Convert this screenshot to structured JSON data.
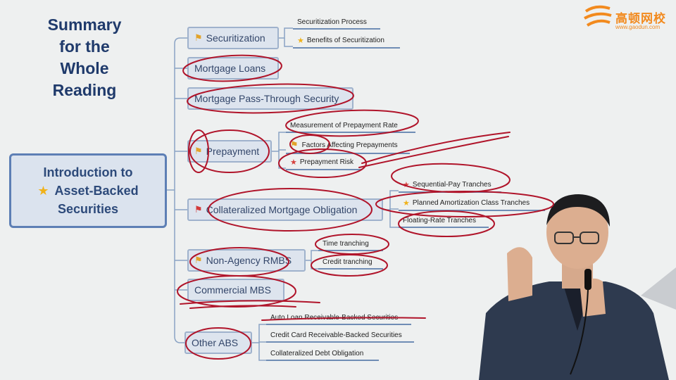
{
  "title": {
    "lines": [
      "Summary",
      "for the",
      "Whole",
      "Reading"
    ]
  },
  "logo": {
    "name": "高顿网校",
    "url": "www.gaodun.com"
  },
  "root": {
    "lines": [
      "Introduction to",
      "Asset-Backed",
      "Securities"
    ]
  },
  "branches": [
    {
      "id": "securitization",
      "label": "Securitization",
      "icon": "flag-icon",
      "children": [
        {
          "label": "Securitization Process",
          "icon": null
        },
        {
          "label": "Benefits of Securitization",
          "icon": "star-icon"
        }
      ]
    },
    {
      "id": "mortgage-loans",
      "label": "Mortgage Loans",
      "icon": null,
      "children": []
    },
    {
      "id": "mortgage-pass-through",
      "label": "Mortgage Pass-Through Security",
      "icon": null,
      "children": []
    },
    {
      "id": "prepayment",
      "label": "Prepayment",
      "icon": "flag-icon",
      "children": [
        {
          "label": "Measurement of Prepayment Rate",
          "icon": null
        },
        {
          "label": "Factors Affecting Prepayments",
          "icon": "flag-icon"
        },
        {
          "label": "Prepayment Risk",
          "icon": "star-icon"
        }
      ]
    },
    {
      "id": "cmo",
      "label": "Collateralized Mortgage Obligation",
      "icon": "flag-icon",
      "children": [
        {
          "label": "Sequential-Pay Tranches",
          "icon": "star-icon"
        },
        {
          "label": "Planned Amortization Class Tranches",
          "icon": "star-icon"
        },
        {
          "label": "Floating-Rate Tranches",
          "icon": null
        }
      ]
    },
    {
      "id": "non-agency-rmbs",
      "label": "Non-Agency RMBS",
      "icon": "flag-icon",
      "children": [
        {
          "label": "Time tranching",
          "icon": null
        },
        {
          "label": "Credit tranching",
          "icon": null
        }
      ]
    },
    {
      "id": "commercial-mbs",
      "label": "Commercial MBS",
      "icon": null,
      "children": []
    },
    {
      "id": "other-abs",
      "label": "Other ABS",
      "icon": null,
      "children": [
        {
          "label": "Auto Loan Receivable-Backed Securities",
          "icon": null
        },
        {
          "label": "Credit Card Receivable-Backed Securities",
          "icon": null
        },
        {
          "label": "Collateralized Debt Obligation",
          "icon": null
        }
      ]
    }
  ],
  "colors": {
    "background": "#eef0f0",
    "title": "#1f3a6b",
    "node_fill": "#dde4ee",
    "node_border": "#9fb2cc",
    "connector": "#8aa3c4",
    "annotation_ink": "#b0142a",
    "star": "#f0b21a",
    "logo": "#f28a1e"
  }
}
